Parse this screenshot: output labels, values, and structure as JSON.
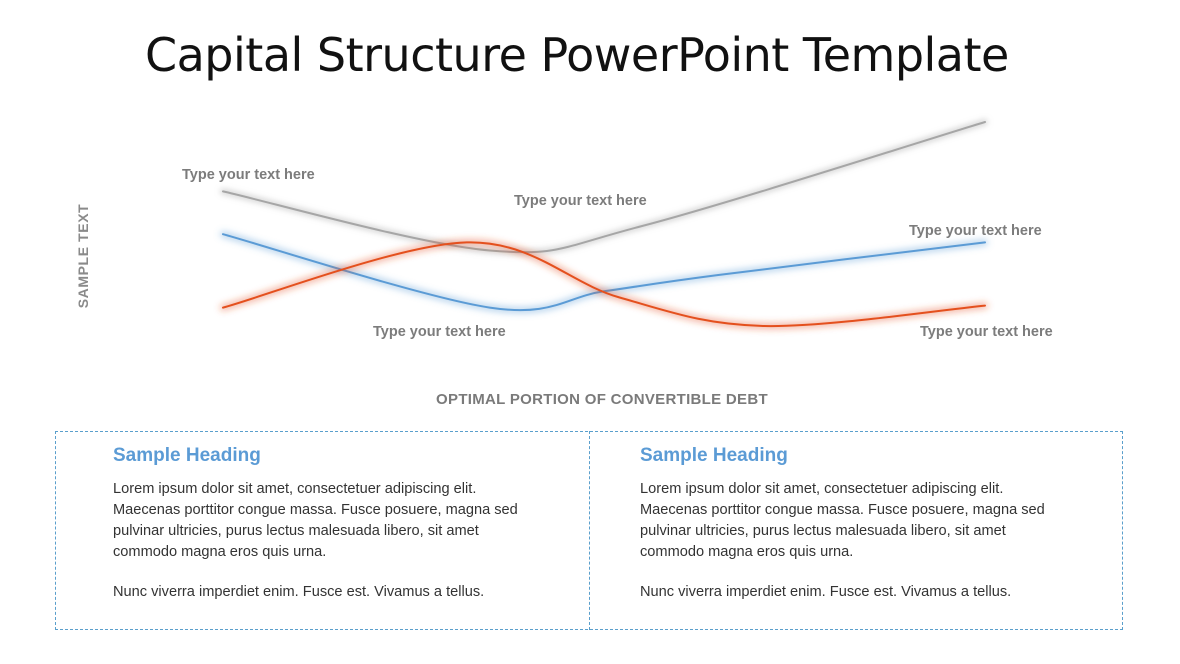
{
  "title": "Capital Structure PowerPoint Template",
  "chart_data": {
    "type": "line",
    "title": "",
    "xlabel": "OPTIMAL PORTION OF CONVERTIBLE DEBT",
    "ylabel": "SAMPLE TEXT",
    "grid": false,
    "legend": "none",
    "ticks": "none",
    "series": [
      {
        "color": "#a6a6a6",
        "points": [
          [
            0.0,
            0.66
          ],
          [
            0.35,
            0.37
          ],
          [
            0.55,
            0.49
          ],
          [
            1.0,
            1.0
          ]
        ]
      },
      {
        "color": "#5b9bd5",
        "points": [
          [
            0.0,
            0.45
          ],
          [
            0.35,
            0.09
          ],
          [
            0.5,
            0.17
          ],
          [
            0.65,
            0.25
          ],
          [
            1.0,
            0.41
          ]
        ]
      },
      {
        "color": "#e4501e",
        "points": [
          [
            0.0,
            0.09
          ],
          [
            0.32,
            0.41
          ],
          [
            0.52,
            0.14
          ],
          [
            0.71,
            0.0
          ],
          [
            1.0,
            0.1
          ]
        ]
      }
    ],
    "annotations": [
      "Type your text here",
      "Type your text here",
      "Type your text here",
      "Type your text here",
      "Type your text here"
    ]
  },
  "panels": [
    {
      "heading": "Sample Heading",
      "body": "Lorem ipsum dolor sit amet, consectetuer adipiscing elit. Maecenas porttitor congue massa. Fusce posuere, magna sed pulvinar ultricies, purus lectus malesuada libero, sit amet commodo magna eros quis urna.",
      "note": "Nunc viverra imperdiet enim.  Fusce est. Vivamus a tellus."
    },
    {
      "heading": "Sample Heading",
      "body": "Lorem ipsum dolor sit amet, consectetuer adipiscing elit. Maecenas porttitor congue massa. Fusce posuere, magna sed pulvinar ultricies, purus lectus malesuada libero, sit amet commodo magna eros quis urna.",
      "note": "Nunc viverra imperdiet enim.  Fusce est. Vivamus a tellus."
    }
  ]
}
